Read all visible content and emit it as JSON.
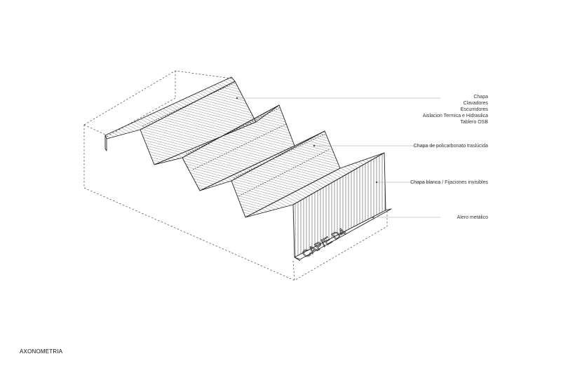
{
  "title": "AXONOMETRIA",
  "callouts": {
    "layers": [
      "Chapa",
      "Clavadores",
      "Escurridores",
      "Aislacion Termica e Hidraulica",
      "Tablero OSB"
    ],
    "policarbonato": "Chapa de policarbonato traslúcida",
    "chapa_blanca": "Chapa blanca / Fijaciones invisibles",
    "alero": "Alero metálico"
  },
  "facade_lettering": "CAP/E D4",
  "colors": {
    "line": "#222222",
    "hatch": "#555555",
    "leader": "#888888"
  }
}
